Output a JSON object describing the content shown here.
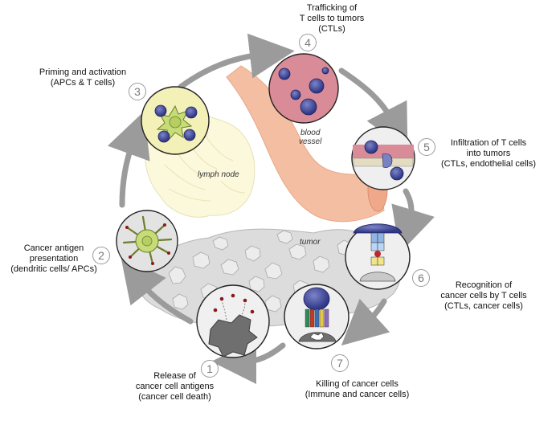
{
  "steps": [
    {
      "number": "1",
      "lines": [
        "Release of",
        "cancer cell antigens",
        "(cancer cell death)"
      ]
    },
    {
      "number": "2",
      "lines": [
        "Cancer antigen",
        "presentation",
        "(dendritic cells/ APCs)"
      ]
    },
    {
      "number": "3",
      "lines": [
        "Priming and activation",
        "(APCs & T cells)"
      ]
    },
    {
      "number": "4",
      "lines": [
        "Trafficking of",
        "T cells to tumors",
        "(CTLs)"
      ]
    },
    {
      "number": "5",
      "lines": [
        "Infiltration of T cells",
        "into tumors",
        "(CTLs, endothelial cells)"
      ]
    },
    {
      "number": "6",
      "lines": [
        "Recognition of",
        "cancer cells by T cells",
        "(CTLs, cancer cells)"
      ]
    },
    {
      "number": "7",
      "lines": [
        "Killing of cancer cells",
        "(Immune and cancer cells)"
      ]
    }
  ],
  "labels": {
    "lymph_node": "lymph node",
    "blood_vessel": [
      "blood",
      "vessel"
    ],
    "tumor": "tumor"
  },
  "colors": {
    "cycle_arrow": "#9b9b9b",
    "lymph_node": "#fbf8dc",
    "lymph_circle": "#f3f0b8",
    "blood_vessel": "#f4bea2",
    "vessel_circle": "#d98c98",
    "t_cell": "#3a4296",
    "dendritic_cell": "#c6dc78",
    "tumor_mass": "#d9d9d9",
    "cancer_cell": "#6f6f6f"
  }
}
